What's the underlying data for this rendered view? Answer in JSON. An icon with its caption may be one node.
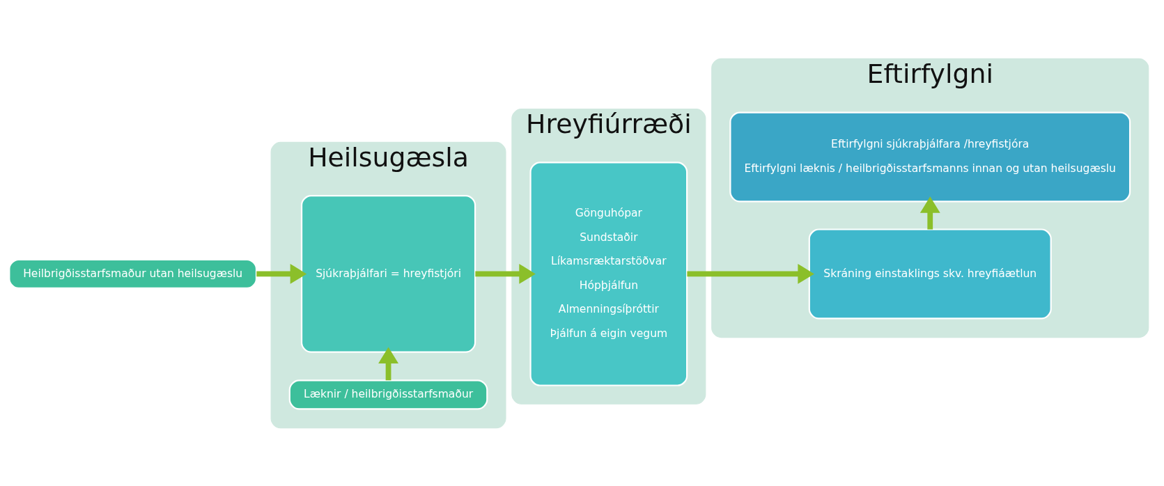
{
  "diagram": {
    "nodes": [
      {
        "text": [
          "Heilbrigðisstarfsmaður utan heilsugæslu"
        ]
      },
      {
        "text": [
          "Heilsugæsla"
        ]
      },
      {
        "text": [
          "Læknir / heilbrigðisstarfsmaður"
        ],
        "in": 1
      },
      {
        "text": [
          "Sjúkraþjálfari = hreyfistjóri"
        ],
        "in": 1
      },
      {
        "text": [
          "Hreyfiúrræði"
        ]
      },
      {
        "text": [
          "Gönguhópar",
          "Sundstaðir",
          "Líkamsræktarstöðvar",
          "Hópþjálfun",
          "Almenningsíþróttir",
          "Þjálfun á eigin vegum"
        ],
        "in": 4
      },
      {
        "text": [
          "Eftirfylgni"
        ]
      },
      {
        "text": [
          "Skráning einstaklings skv. hreyfiáætlun"
        ],
        "in": 6
      },
      {
        "text": [
          "Eftirfylgni sjúkraþjálfara /hreyfistjóra",
          "Eftirfylgni læknis / heilbrigðisstarfsmanns innan og utan heilsugæslu"
        ],
        "in": 6
      }
    ],
    "edges": [
      {
        "from": 0,
        "to": 3,
        "arrow": "to"
      },
      {
        "from": 2,
        "to": 3,
        "arrow": "to"
      },
      {
        "from": 3,
        "to": 5,
        "arrow": "to"
      },
      {
        "from": 5,
        "to": 7,
        "arrow": "to"
      },
      {
        "from": 7,
        "to": 8,
        "arrow": "to"
      }
    ]
  }
}
